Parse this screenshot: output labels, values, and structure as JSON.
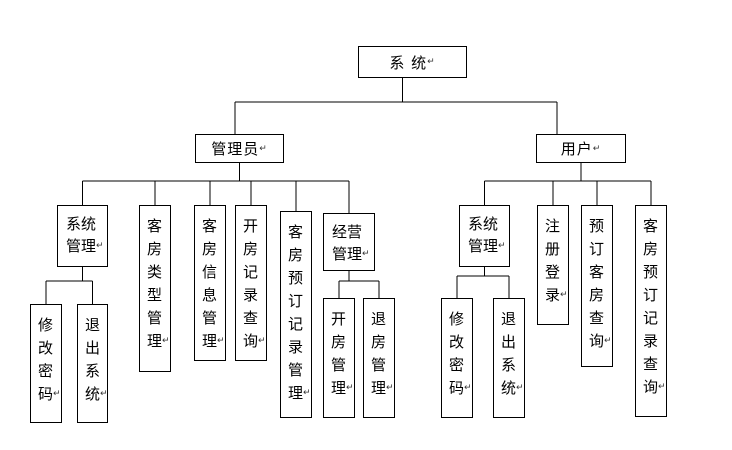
{
  "diagram": {
    "root": {
      "label": "系 统"
    },
    "admin": {
      "label": "管理员",
      "children": [
        {
          "id": "system-manage",
          "label": "系统\n管理",
          "children": [
            "修\n改\n密\n码",
            "退\n出\n系\n统"
          ]
        },
        {
          "id": "room-type-manage",
          "label": "客\n房\n类\n型\n管\n理"
        },
        {
          "id": "room-info-manage",
          "label": "客\n房\n信\n息\n管\n理"
        },
        {
          "id": "checkin-record-query",
          "label": "开\n房\n记\n录\n查\n询"
        },
        {
          "id": "booking-record-manage",
          "label": "客\n房\n预\n订\n记\n录\n管\n理"
        },
        {
          "id": "business-manage",
          "label": "经营\n管理",
          "children": [
            "开\n房\n管\n理",
            "退\n房\n管\n理"
          ]
        }
      ]
    },
    "user": {
      "label": "用户",
      "children": [
        {
          "id": "system-manage",
          "label": "系统\n管理",
          "children": [
            "修\n改\n密\n码",
            "退\n出\n系\n统"
          ]
        },
        {
          "id": "register-login",
          "label": "注\n册\n登\n录"
        },
        {
          "id": "booking-room-query",
          "label": "预\n订\n客\n房\n查\n询"
        },
        {
          "id": "booking-record-query",
          "label": "客\n房\n预\n订\n记\n录\n查\n询"
        }
      ]
    },
    "line_color": "#000000"
  }
}
